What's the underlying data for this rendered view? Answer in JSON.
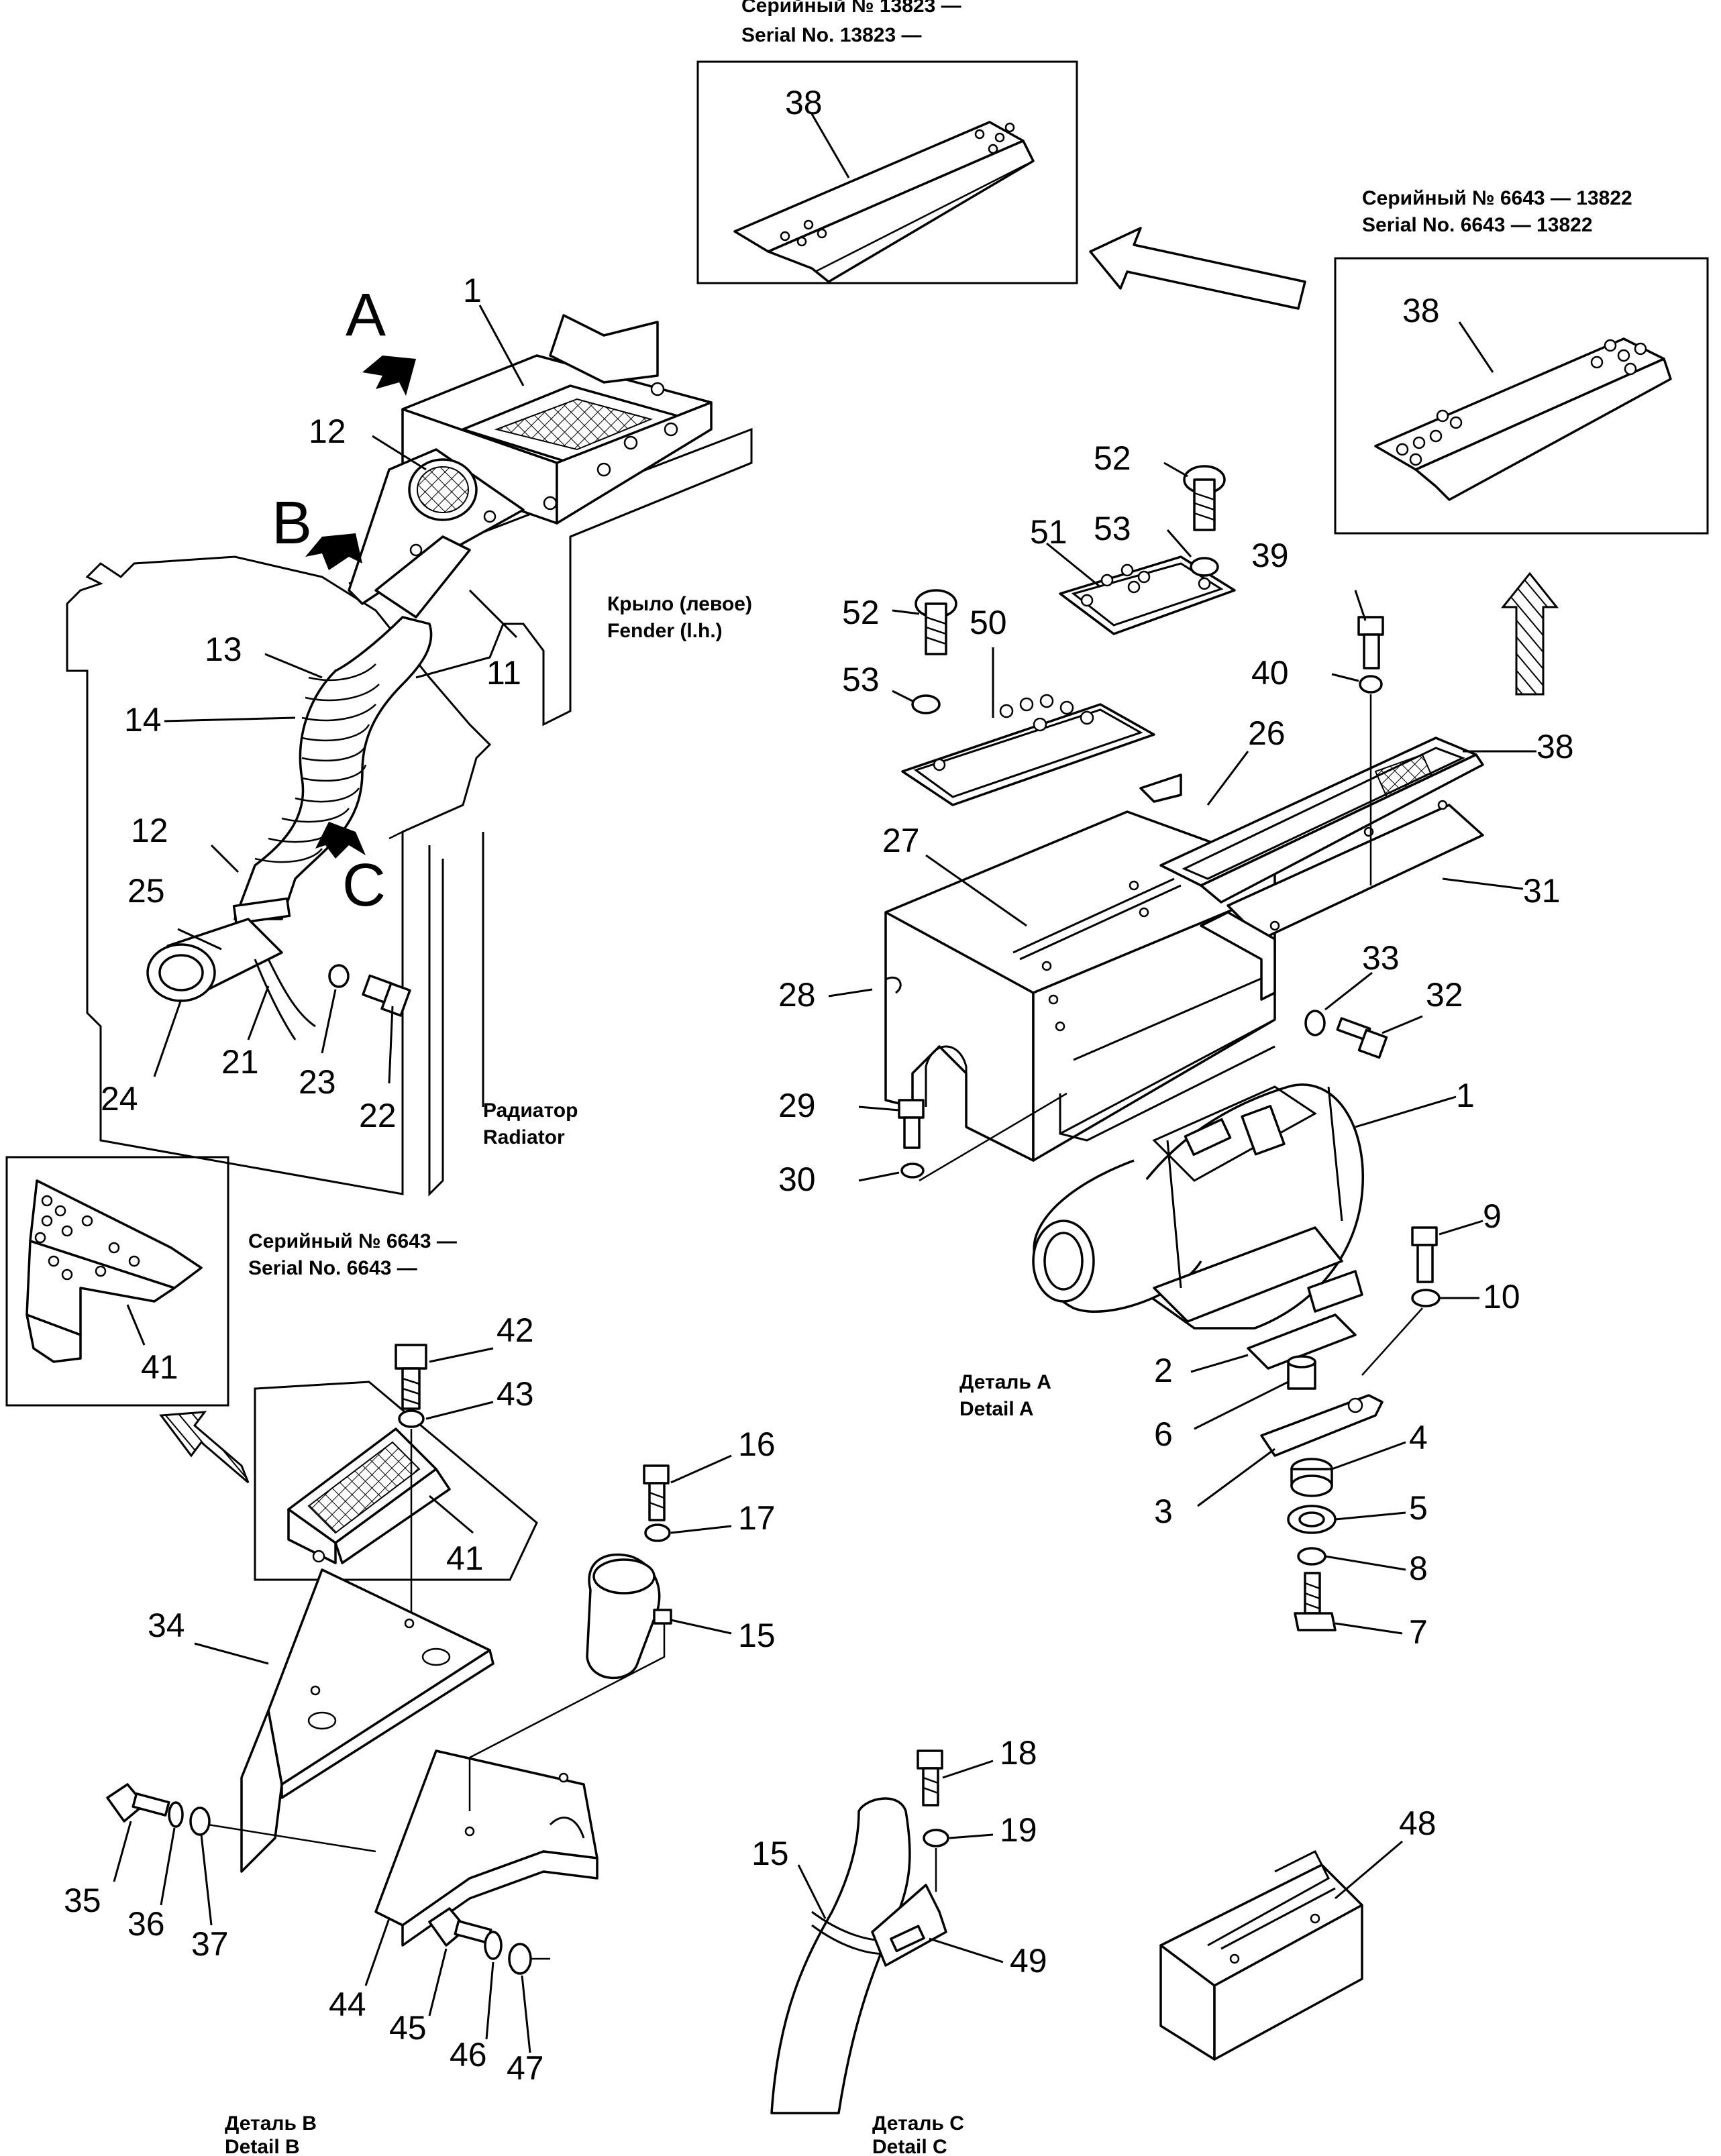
{
  "captions": {
    "serial_13823_ru": "Серийный № 13823 —",
    "serial_13823_en": "Serial No. 13823 —",
    "serial_6643_13822_ru": "Серийный № 6643 — 13822",
    "serial_6643_13822_en": "Serial No. 6643 — 13822",
    "fender_ru": "Крыло (левое)",
    "fender_en": "Fender (l.h.)",
    "radiator_ru": "Радиатор",
    "radiator_en": "Radiator",
    "serial_6643_ru": "Серийный № 6643 —",
    "serial_6643_en": "Serial No. 6643 —",
    "detail_a_ru": "Деталь A",
    "detail_a_en": "Detail A",
    "detail_b_ru": "Деталь B",
    "detail_b_en": "Detail B",
    "detail_c_ru": "Деталь C",
    "detail_c_en": "Detail C"
  },
  "view_letters": {
    "a": "A",
    "b": "B",
    "c": "C"
  },
  "callouts": {
    "c1": "1",
    "c1b": "1",
    "c2": "2",
    "c3": "3",
    "c4": "4",
    "c5": "5",
    "c6": "6",
    "c7": "7",
    "c8": "8",
    "c9": "9",
    "c10": "10",
    "c11": "11",
    "c12a": "12",
    "c12b": "12",
    "c13": "13",
    "c14": "14",
    "c15a": "15",
    "c15b": "15",
    "c16": "16",
    "c17": "17",
    "c18": "18",
    "c19": "19",
    "c21": "21",
    "c22": "22",
    "c23": "23",
    "c24": "24",
    "c25": "25",
    "c26": "26",
    "c27": "27",
    "c28": "28",
    "c29": "29",
    "c30": "30",
    "c31": "31",
    "c32": "32",
    "c33": "33",
    "c34": "34",
    "c35": "35",
    "c36": "36",
    "c37": "37",
    "c38a": "38",
    "c38b": "38",
    "c38c": "38",
    "c39": "39",
    "c40": "40",
    "c41a": "41",
    "c41b": "41",
    "c42": "42",
    "c43": "43",
    "c44": "44",
    "c45": "45",
    "c46": "46",
    "c47": "47",
    "c48": "48",
    "c49": "49",
    "c50": "50",
    "c51": "51",
    "c52a": "52",
    "c52b": "52",
    "c53a": "53",
    "c53b": "53"
  }
}
